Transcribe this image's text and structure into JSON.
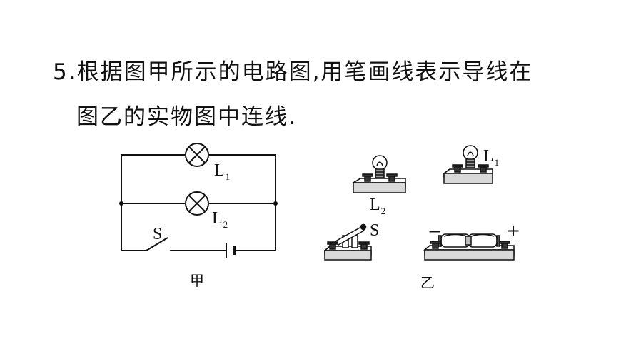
{
  "question": {
    "line1": "5.根据图甲所示的电路图,用笔画线表示导线在",
    "line2": "图乙的实物图中连线."
  },
  "circuit_diagram": {
    "lamp1": {
      "letter": "L",
      "sub": "1"
    },
    "lamp2": {
      "letter": "L",
      "sub": "2"
    },
    "switch_label": "S",
    "caption": "甲"
  },
  "physical_diagram": {
    "lamp1": {
      "letter": "L",
      "sub": "1"
    },
    "lamp2": {
      "letter": "L",
      "sub": "2"
    },
    "switch_label": "S",
    "battery_minus": "−",
    "battery_plus": "+",
    "caption": "乙"
  }
}
